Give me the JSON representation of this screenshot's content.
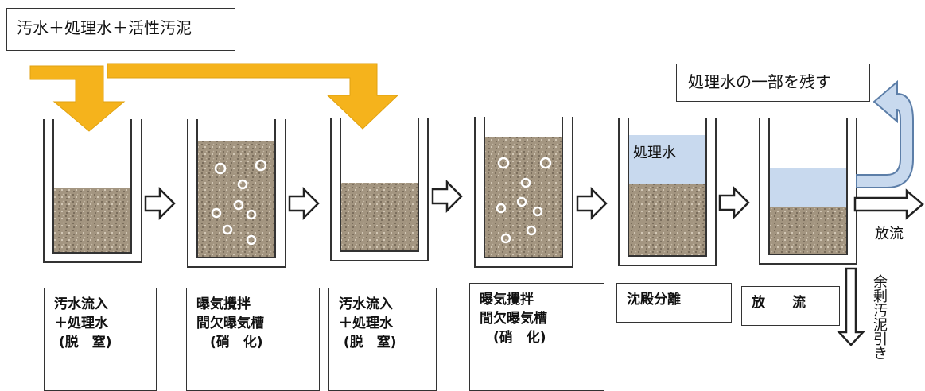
{
  "input_label": "汚水＋処理水＋活性汚泥",
  "recycle_label": "処理水の一部を残す",
  "clear_water_label": "処理水",
  "discharge_label": "放流",
  "excess_sludge_label": "余剰汚泥引き",
  "stage_labels": [
    "汚水流入\n＋処理水\n (脱　窒)",
    "曝気攪拌\n間欠曝気槽\n　(硝　化)",
    "汚水流入\n＋処理水\n (脱　窒)",
    "曝気攪拌\n間欠曝気槽\n　(硝　化)",
    "沈殿分離",
    "放　　流"
  ],
  "colors": {
    "feed_arrow": "#f5b31c",
    "sludge": "#9c8c76",
    "clear_water": "#c8d9ee",
    "recycle_arrow": "#c8d9ee"
  }
}
